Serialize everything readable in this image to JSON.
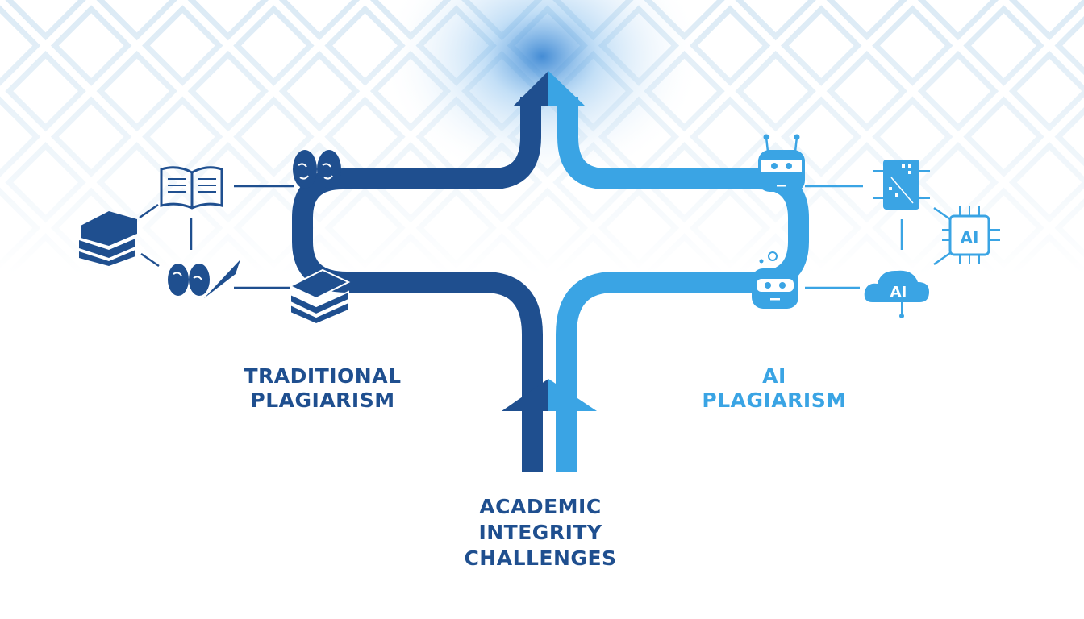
{
  "diagram": {
    "left_branch": {
      "label_line1": "TRADITIONAL",
      "label_line2": "PLAGIARISM",
      "color": "#1f4f8f",
      "icons": [
        "open-book-icon",
        "book-stack-icon",
        "brain-quill-icon",
        "brain-icon",
        "paper-stack-icon"
      ]
    },
    "right_branch": {
      "label_line1": "AI",
      "label_line2": "PLAGIARISM",
      "color": "#3aa4e4",
      "icons": [
        "robot-icon",
        "robot-icon",
        "circuit-chip-icon",
        "ai-chip-icon",
        "ai-cloud-icon"
      ],
      "chip_text": "AI",
      "cloud_text": "AI"
    },
    "base": {
      "label_line1": "ACADEMIC",
      "label_line2": "INTEGRITY",
      "label_line3": "CHALLENGES"
    }
  }
}
